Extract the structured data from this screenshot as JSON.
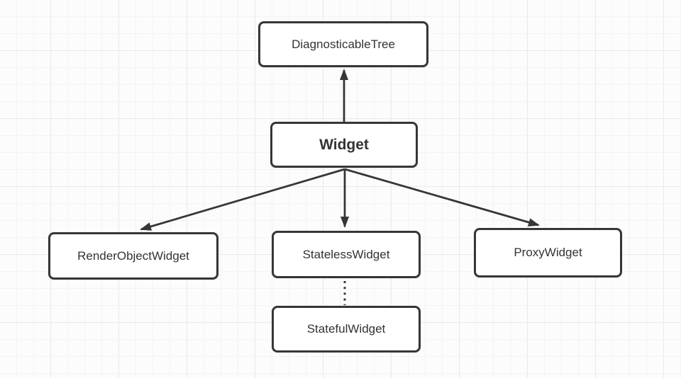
{
  "diagram": {
    "nodes": [
      {
        "id": "diagnosticable-tree",
        "label": "DiagnosticableTree"
      },
      {
        "id": "widget",
        "label": "Widget"
      },
      {
        "id": "render-object-widget",
        "label": "RenderObjectWidget"
      },
      {
        "id": "stateless-widget",
        "label": "StatelessWidget"
      },
      {
        "id": "proxy-widget",
        "label": "ProxyWidget"
      },
      {
        "id": "stateful-widget",
        "label": "StatefulWidget"
      }
    ],
    "edges": [
      {
        "from": "widget",
        "to": "diagnosticable-tree",
        "style": "solid",
        "arrowhead": "at-target"
      },
      {
        "from": "widget",
        "to": "render-object-widget",
        "style": "solid",
        "arrowhead": "at-target"
      },
      {
        "from": "widget",
        "to": "stateless-widget",
        "style": "solid",
        "arrowhead": "at-target"
      },
      {
        "from": "widget",
        "to": "proxy-widget",
        "style": "solid",
        "arrowhead": "at-target"
      },
      {
        "from": "stateless-widget",
        "to": "stateful-widget",
        "style": "dotted",
        "arrowhead": "none"
      }
    ],
    "colors": {
      "background": "#fcfcfd",
      "grid_minor": "#f3f3f6",
      "grid_major": "#e9e9ee",
      "node_fill": "#ffffff",
      "node_border": "#363636",
      "edge": "#363636",
      "text": "#333333"
    }
  }
}
